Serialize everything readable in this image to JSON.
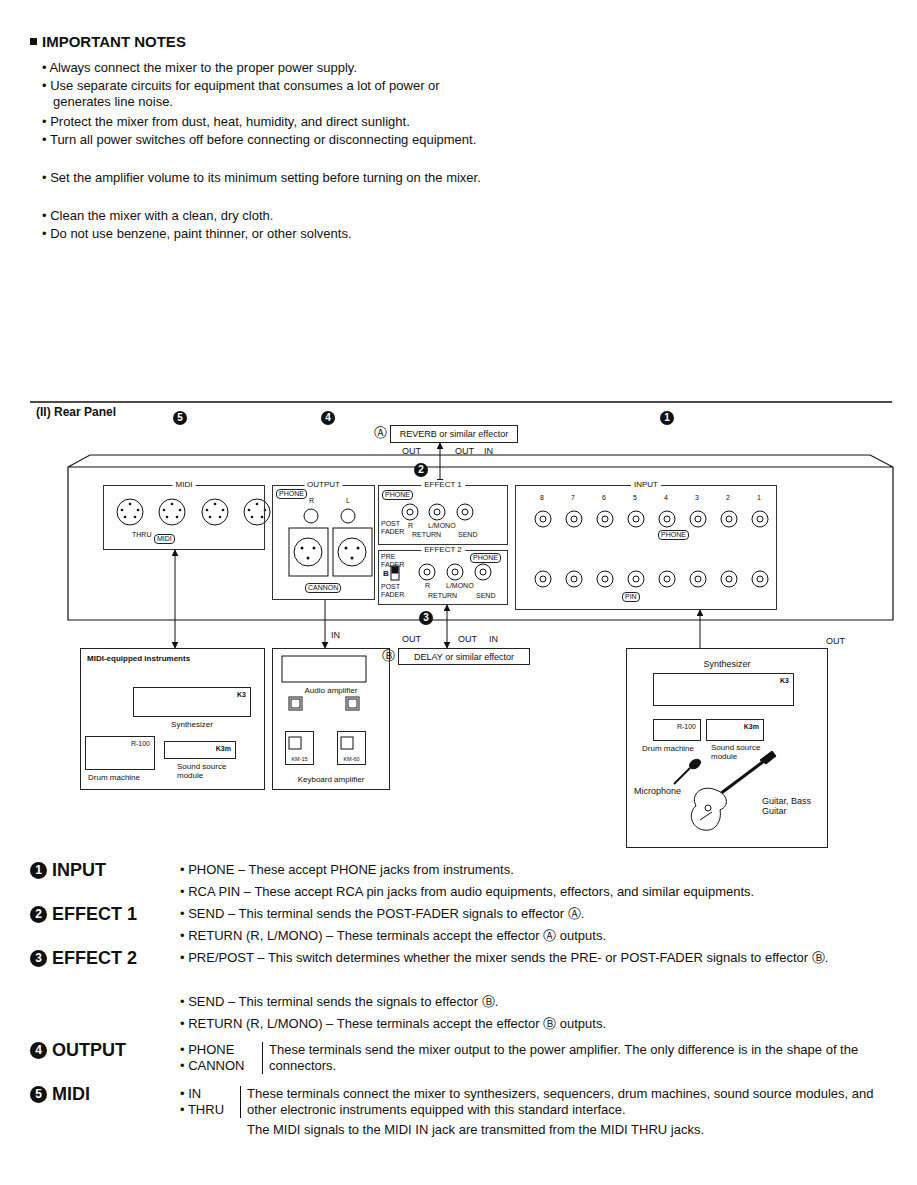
{
  "diagram": {
    "title": "IMPORTANT NOTES",
    "nodes": [
      {
        "text": [
          "MIDI"
        ]
      },
      {
        "text": [
          "OUTPUT"
        ]
      },
      {
        "text": [
          "EFFECT 1"
        ]
      },
      {
        "text": [
          "EFFECT 2"
        ]
      },
      {
        "text": [
          "INPUT"
        ]
      },
      {
        "text": [
          "REVERB or similar effector"
        ]
      },
      {
        "text": [
          "DELAY or similar effector"
        ]
      },
      {
        "text": [
          "MIDI-equipped instruments"
        ]
      },
      {
        "text": [
          "K3",
          "Synthesizer"
        ],
        "in": 7
      },
      {
        "text": [
          "R-100",
          "Drum machine"
        ],
        "in": 7
      },
      {
        "text": [
          "K3m",
          "Sound source module"
        ],
        "in": 7
      },
      {
        "text": [
          "Audio amplifier",
          "Keyboard amplifier"
        ]
      },
      {
        "text": [
          "KM-15"
        ],
        "in": 11
      },
      {
        "text": [
          "KM-60"
        ],
        "in": 11
      },
      {
        "text": [
          "Synthesizer"
        ]
      },
      {
        "text": [
          "K3"
        ],
        "in": 14
      },
      {
        "text": [
          "R-100",
          "Drum machine"
        ],
        "in": 14
      },
      {
        "text": [
          "K3m",
          "Sound source module"
        ],
        "in": 14
      }
    ],
    "edges": [
      {
        "from": 0,
        "to": 7,
        "arrow": "both"
      },
      {
        "from": 1,
        "to": 11,
        "arrow": "to"
      },
      {
        "from": 2,
        "to": 5,
        "arrow": "both"
      },
      {
        "from": 3,
        "to": 6,
        "arrow": "both"
      },
      {
        "from": 14,
        "to": 4,
        "arrow": "to"
      }
    ],
    "labels": [
      "• Always connect the mixer to the proper power supply.",
      "• Use separate circuits for equipment that consumes a lot of power or generates line noise.",
      "• Protect the mixer from dust, heat, humidity, and direct sunlight.",
      "• Turn all power switches off before connecting or disconnecting equipment.",
      "• Set the amplifier volume to its minimum setting before turning on the mixer.",
      "• Clean the mixer with a clean, dry cloth.",
      "• Do not use benzene, paint thinner, or other solvents.",
      "(II) Rear Panel",
      "5",
      "4",
      "Ⓐ",
      "OUT",
      "2",
      "OUT",
      "IN",
      "1",
      "MIDI",
      "THRU",
      "PHONE",
      "R",
      "L",
      "CANNON",
      "PHONE",
      "POST FADER",
      "R",
      "L/MONO",
      "RETURN",
      "SEND",
      "PRE FADER",
      "B",
      "POST FADER",
      "PHONE",
      "R",
      "L/MONO",
      "RETURN",
      "SEND",
      "8",
      "7",
      "6",
      "5",
      "4",
      "3",
      "2",
      "1",
      "PHONE",
      "PIN",
      "3",
      "OUT",
      "OUT",
      "IN",
      "Ⓑ",
      "IN",
      "OUT",
      "Microphone",
      "Guitar, Bass Guitar",
      "1",
      "INPUT",
      "• PHONE – These accept PHONE jacks from instruments.",
      "• RCA PIN – These accept RCA pin jacks from audio equipments, effectors, and similar equipments.",
      "2",
      "EFFECT 1",
      "• SEND – This terminal sends the POST-FADER signals to effector Ⓐ.",
      "• RETURN (R, L/MONO) – These terminals accept the effector Ⓐ outputs.",
      "3",
      "EFFECT 2",
      "• PRE/POST – This switch determines whether the mixer sends the PRE- or POST-FADER signals to effector Ⓑ.",
      "• SEND – This terminal sends the signals to effector Ⓑ.",
      "• RETURN (R, L/MONO) – These terminals accept the effector Ⓑ outputs.",
      "4",
      "OUTPUT",
      "• PHONE",
      "• CANNON",
      "These terminals send the mixer output to the power amplifier. The only difference is in the shape of the connectors.",
      "5",
      "MIDI",
      "• IN",
      "• THRU",
      "These terminals connect the mixer to synthesizers, sequencers, drum machines, sound source modules, and other electronic instruments equipped with this standard interface.",
      "The MIDI signals to the MIDI IN jack are transmitted from the MIDI THRU jacks."
    ]
  }
}
